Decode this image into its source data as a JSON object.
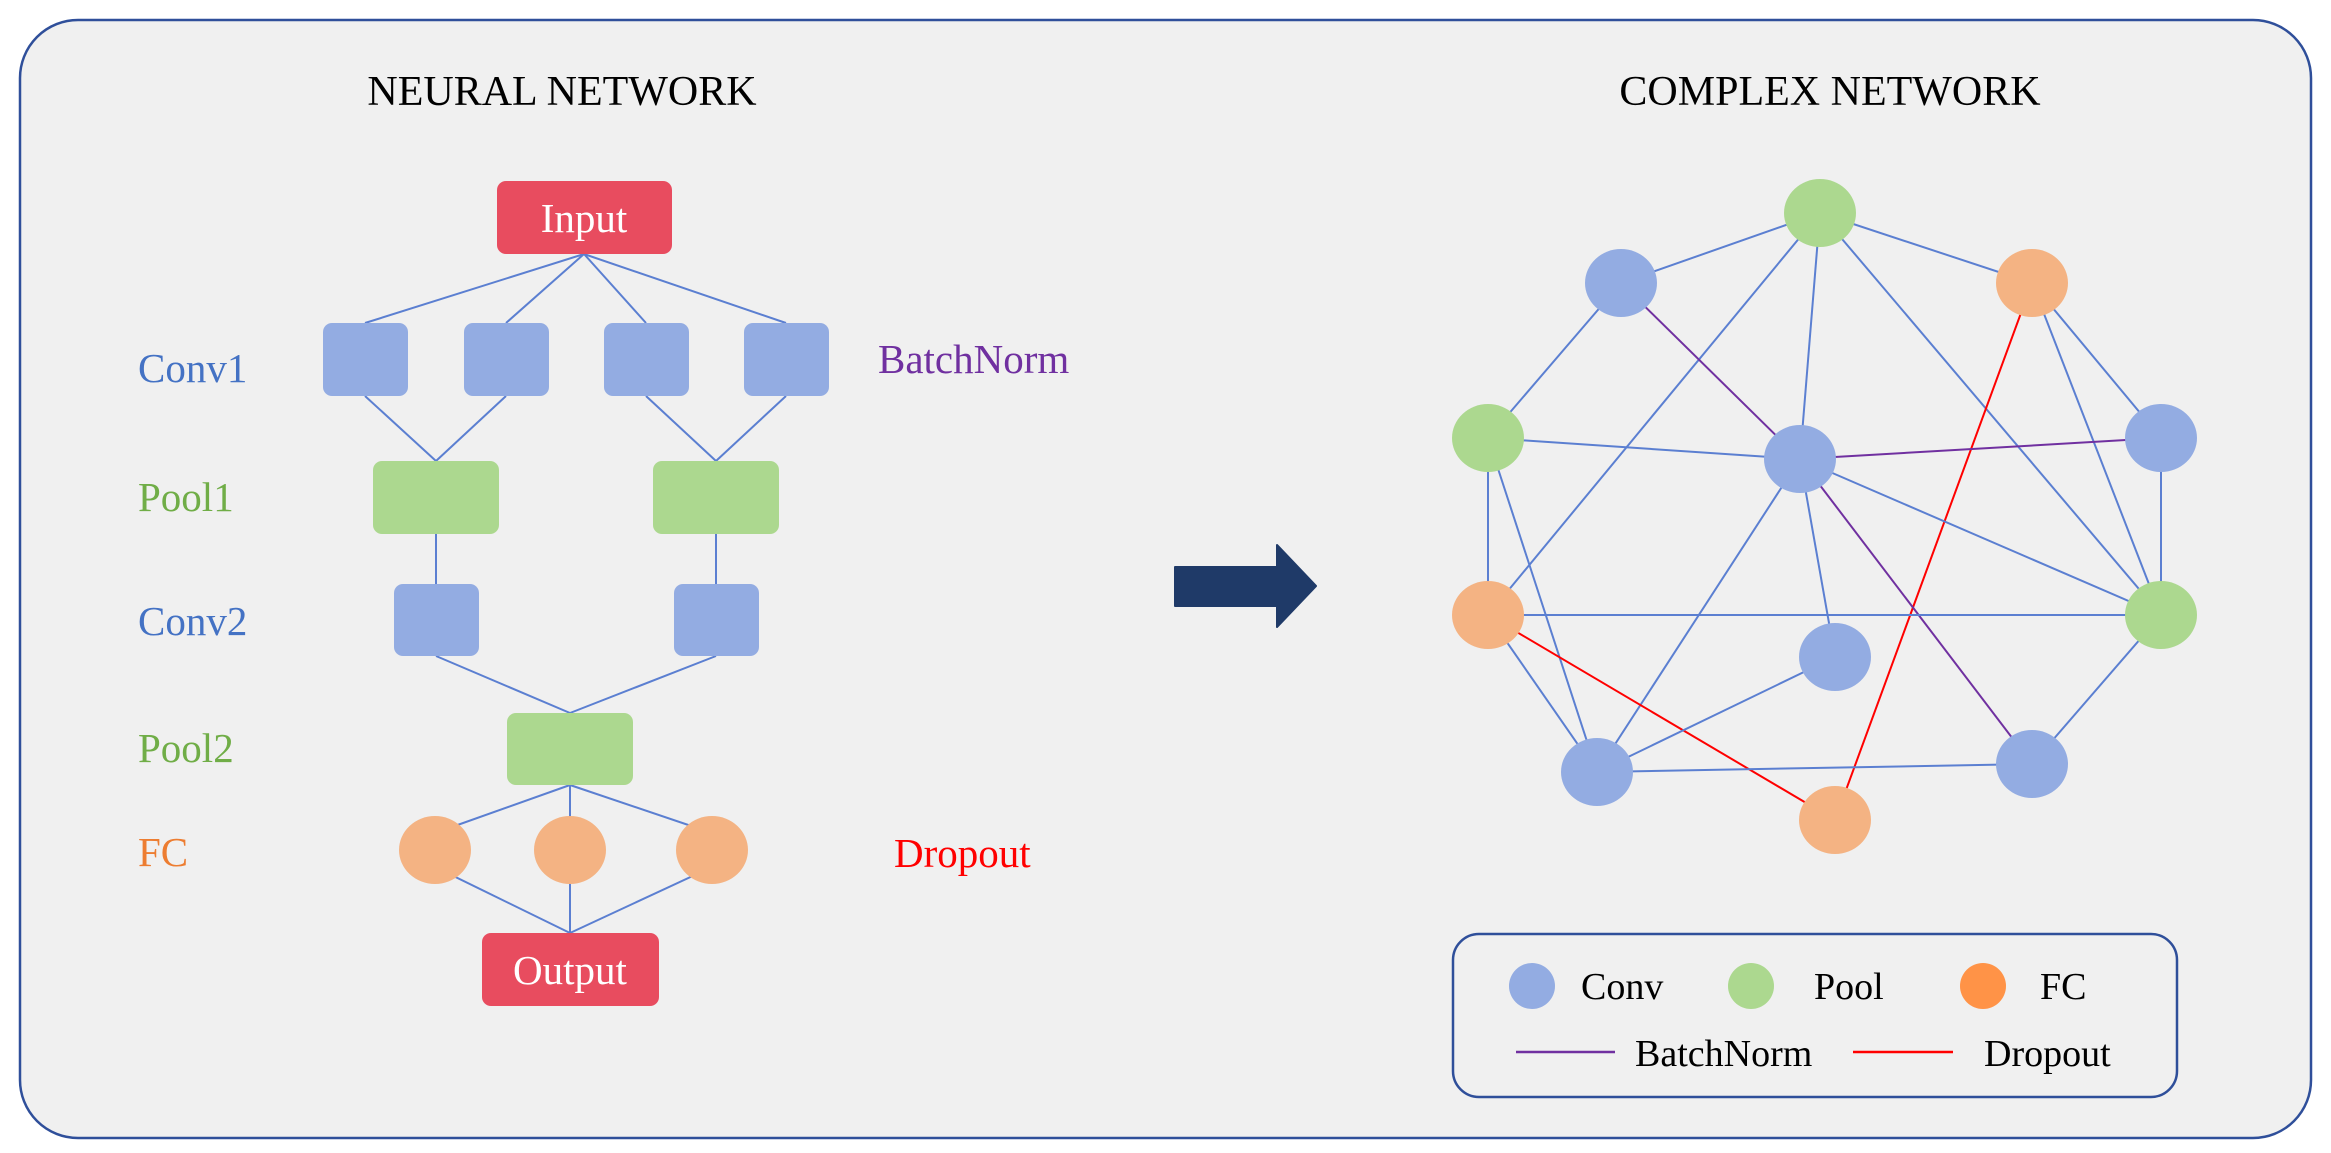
{
  "colors": {
    "panel_fill": "#f0f0f0",
    "panel_border": "#2f4f9a",
    "conv": "#93ace2",
    "pool": "#acd88f",
    "fc": "#f4b383",
    "fc_legend": "#ff9347",
    "io": "#e84c5f",
    "edge": "#5b7fd1",
    "batchnorm": "#7030a0",
    "dropout": "#ff0000",
    "arrow": "#1f3a68",
    "label_conv": "#4472c4",
    "label_pool": "#70ad47",
    "label_fc": "#ed7d31"
  },
  "left": {
    "title": "NEURAL NETWORK",
    "input_label": "Input",
    "output_label": "Output",
    "layer_labels": {
      "conv1": "Conv1",
      "pool1": "Pool1",
      "conv2": "Conv2",
      "pool2": "Pool2",
      "fc": "FC"
    },
    "side_labels": {
      "batchnorm": "BatchNorm",
      "dropout": "Dropout"
    }
  },
  "arrow_icon": "right-arrow-icon",
  "right": {
    "title": "COMPLEX NETWORK",
    "nodes": [
      {
        "id": "n1",
        "type": "pool"
      },
      {
        "id": "n2",
        "type": "conv"
      },
      {
        "id": "n3",
        "type": "fc"
      },
      {
        "id": "n4",
        "type": "pool"
      },
      {
        "id": "n5",
        "type": "conv"
      },
      {
        "id": "n6",
        "type": "conv"
      },
      {
        "id": "n7",
        "type": "fc"
      },
      {
        "id": "n8",
        "type": "pool"
      },
      {
        "id": "n9",
        "type": "conv"
      },
      {
        "id": "n10",
        "type": "conv"
      },
      {
        "id": "n11",
        "type": "conv"
      },
      {
        "id": "n12",
        "type": "fc"
      }
    ],
    "edges": [
      {
        "from": "n1",
        "to": "n2",
        "kind": "plain"
      },
      {
        "from": "n1",
        "to": "n3",
        "kind": "plain"
      },
      {
        "from": "n1",
        "to": "n5",
        "kind": "plain"
      },
      {
        "from": "n1",
        "to": "n7",
        "kind": "plain"
      },
      {
        "from": "n1",
        "to": "n8",
        "kind": "plain"
      },
      {
        "from": "n2",
        "to": "n4",
        "kind": "plain"
      },
      {
        "from": "n2",
        "to": "n5",
        "kind": "batchnorm"
      },
      {
        "from": "n3",
        "to": "n6",
        "kind": "plain"
      },
      {
        "from": "n3",
        "to": "n8",
        "kind": "plain"
      },
      {
        "from": "n3",
        "to": "n12",
        "kind": "dropout"
      },
      {
        "from": "n4",
        "to": "n5",
        "kind": "plain"
      },
      {
        "from": "n4",
        "to": "n7",
        "kind": "plain"
      },
      {
        "from": "n4",
        "to": "n10",
        "kind": "plain"
      },
      {
        "from": "n5",
        "to": "n6",
        "kind": "batchnorm"
      },
      {
        "from": "n5",
        "to": "n8",
        "kind": "plain"
      },
      {
        "from": "n5",
        "to": "n9",
        "kind": "plain"
      },
      {
        "from": "n5",
        "to": "n10",
        "kind": "plain"
      },
      {
        "from": "n5",
        "to": "n11",
        "kind": "batchnorm"
      },
      {
        "from": "n6",
        "to": "n8",
        "kind": "plain"
      },
      {
        "from": "n7",
        "to": "n8",
        "kind": "plain"
      },
      {
        "from": "n7",
        "to": "n10",
        "kind": "plain"
      },
      {
        "from": "n7",
        "to": "n12",
        "kind": "dropout"
      },
      {
        "from": "n8",
        "to": "n11",
        "kind": "plain"
      },
      {
        "from": "n9",
        "to": "n10",
        "kind": "plain"
      },
      {
        "from": "n10",
        "to": "n11",
        "kind": "plain"
      }
    ],
    "legend": {
      "conv": "Conv",
      "pool": "Pool",
      "fc": "FC",
      "batchnorm": "BatchNorm",
      "dropout": "Dropout"
    }
  }
}
